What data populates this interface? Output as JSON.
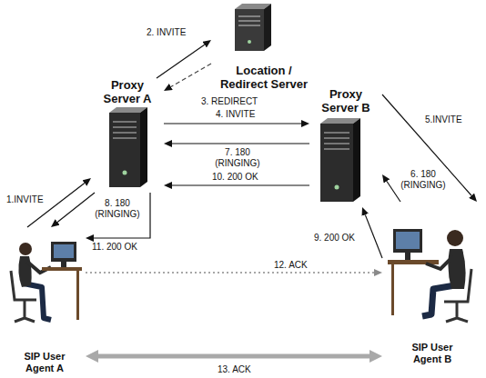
{
  "diagram": {
    "nodes": [
      {
        "text": [
          "Location / Redirect Server"
        ]
      },
      {
        "text": [
          "Proxy Server A"
        ]
      },
      {
        "text": [
          "Proxy Server B"
        ]
      },
      {
        "text": [
          "SIP User Agent A"
        ]
      },
      {
        "text": [
          "SIP User Agent B"
        ]
      }
    ],
    "edges": [
      {
        "from": 3,
        "to": 1,
        "arrow": "to",
        "label": "1.INVITE"
      },
      {
        "from": 1,
        "to": 0,
        "arrow": "to",
        "label": "2. INVITE"
      },
      {
        "from": 0,
        "to": 1,
        "arrow": "to",
        "label": "3. REDIRECT"
      },
      {
        "from": 1,
        "to": 2,
        "arrow": "to",
        "label": "4. INVITE"
      },
      {
        "from": 2,
        "to": 4,
        "arrow": "to",
        "label": "5.INVITE"
      },
      {
        "from": 4,
        "to": 2,
        "arrow": "to",
        "label": "6. 180 (RINGING)"
      },
      {
        "from": 2,
        "to": 1,
        "arrow": "to",
        "label": "7. 180 (RINGING)"
      },
      {
        "from": 1,
        "to": 3,
        "arrow": "to",
        "label": "8. 180 (RINGING)"
      },
      {
        "from": 4,
        "to": 2,
        "arrow": "to",
        "label": "9. 200 OK"
      },
      {
        "from": 2,
        "to": 1,
        "arrow": "to",
        "label": "10. 200 OK"
      },
      {
        "from": 1,
        "to": 3,
        "arrow": "to",
        "label": "11. 200 OK"
      },
      {
        "from": 3,
        "to": 4,
        "arrow": "to",
        "label": "12. ACK"
      },
      {
        "from": 3,
        "to": 4,
        "arrow": "both",
        "label": "13. ACK"
      }
    ]
  }
}
